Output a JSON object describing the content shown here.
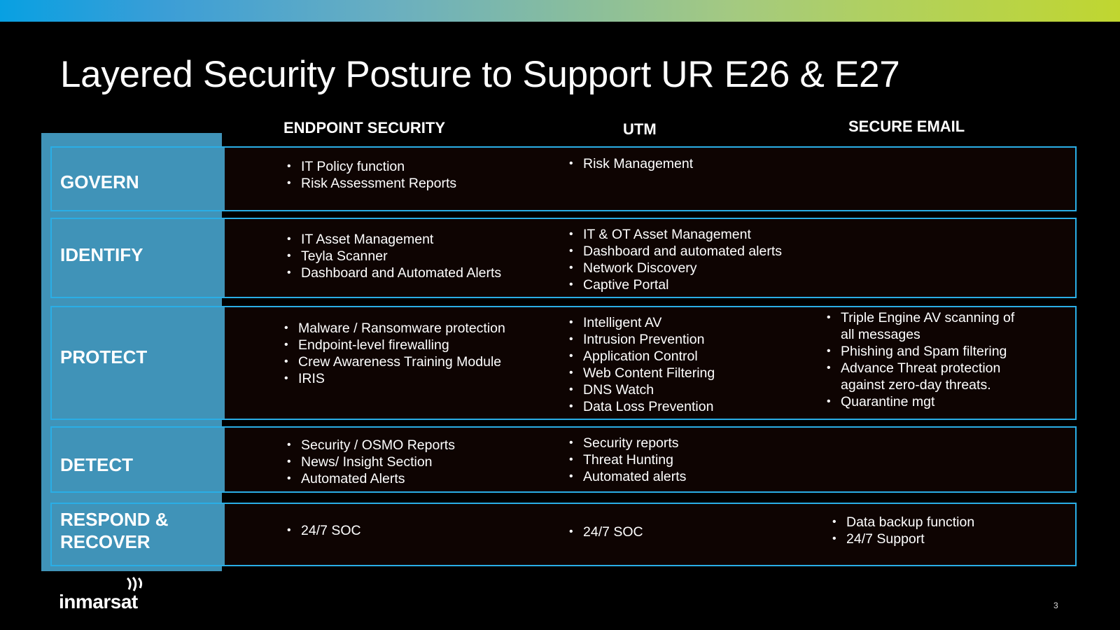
{
  "title": "Layered Security Posture to Support UR E26 & E27",
  "columns": [
    "ENDPOINT SECURITY",
    "UTM",
    "SECURE EMAIL"
  ],
  "rows": [
    {
      "label": [
        "GOVERN"
      ],
      "endpoint": [
        "IT Policy function",
        "Risk Assessment Reports"
      ],
      "utm": [
        "Risk Management"
      ],
      "email": []
    },
    {
      "label": [
        "IDENTIFY"
      ],
      "endpoint": [
        "IT Asset Management",
        "Teyla Scanner",
        "Dashboard and Automated Alerts"
      ],
      "utm": [
        "IT & OT Asset Management",
        "Dashboard and automated alerts",
        "Network Discovery",
        "Captive Portal"
      ],
      "email": []
    },
    {
      "label": [
        "PROTECT"
      ],
      "endpoint": [
        "Malware / Ransomware protection",
        "Endpoint-level firewalling",
        "Crew Awareness Training Module",
        "IRIS"
      ],
      "utm": [
        "Intelligent AV",
        "Intrusion Prevention",
        "Application Control",
        "Web Content Filtering",
        "DNS Watch",
        "Data Loss Prevention"
      ],
      "email": [
        "Triple Engine AV scanning of all messages",
        "Phishing and Spam filtering",
        "Advance Threat protection against zero-day threats.",
        "Quarantine mgt"
      ]
    },
    {
      "label": [
        "DETECT"
      ],
      "endpoint": [
        "Security / OSMO Reports",
        "News/ Insight Section",
        "Automated Alerts"
      ],
      "utm": [
        "Security reports",
        "Threat Hunting",
        "Automated alerts"
      ],
      "email": []
    },
    {
      "label": [
        "RESPOND &",
        "RECOVER"
      ],
      "endpoint": [
        "24/7 SOC"
      ],
      "utm": [
        "24/7 SOC"
      ],
      "email": [
        "Data backup function",
        "24/7 Support"
      ]
    }
  ],
  "logo": {
    "text": "inmarsat"
  },
  "page_number": "3",
  "colors": {
    "accent_border": "#2aaee6",
    "panel": "#4093b8",
    "cell_bg": "#0e0402"
  }
}
